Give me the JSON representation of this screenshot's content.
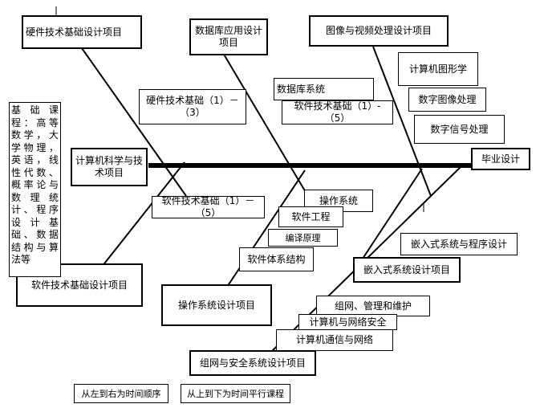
{
  "diagram": {
    "graduation": "毕业设计",
    "projects": {
      "cs_tech": "计算机科学与技术项目",
      "hardware": "硬件技术基础设计项目",
      "database_app": "数据库应用设计项目",
      "image_video": "图像与视频处理设计项目",
      "software_foundation": "软件技术基础设计项目",
      "os_design": "操作系统设计项目",
      "embedded": "嵌入式系统设计项目",
      "network_security": "组网与安全系统设计项目"
    },
    "courses": {
      "basic": "基础课程：高等数学，大学物理，英语，线性代数、概率论与数理统计、程序设计基础、数据结构与算法等",
      "hardware_basics": "硬件技术基础（1）－（3）",
      "database_system": "数据库系统",
      "software_basics_a": "软件技术基础（1）-（5）",
      "software_basics_b": "软件技术基础（1）－（5）",
      "computer_graphics": "计算机图形学",
      "digital_image": "数字图像处理",
      "digital_signal": "数字信号处理",
      "operating_system": "操作系统",
      "software_engineering": "软件工程",
      "compiler": "编译原理",
      "software_architecture": "软件体系结构",
      "embedded_programming": "嵌入式系统与程序设计",
      "network_management": "组网、管理和维护",
      "network_security": "计算机与网络安全",
      "network_communication": "计算机通信与网络"
    },
    "notes": {
      "left_to_right": "从左到右为时间顺序",
      "top_to_bottom": "从上到下为时间平行课程"
    }
  }
}
